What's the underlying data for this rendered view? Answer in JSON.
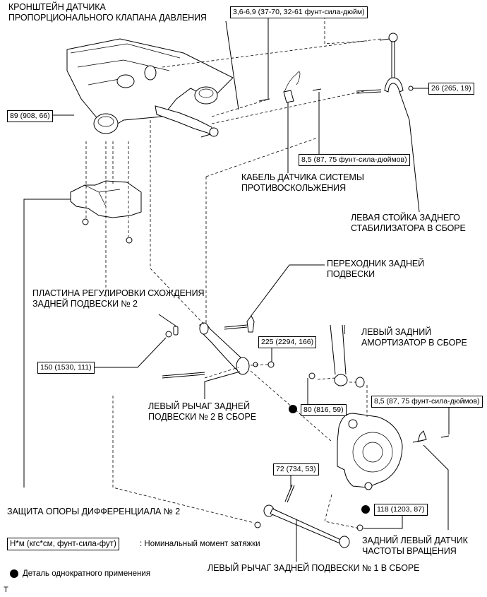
{
  "labels": {
    "bracket": [
      "КРОНШТЕЙН ДАТЧИКА",
      "ПРОПОРЦИОНАЛЬНОГО КЛАПАНА ДАВЛЕНИЯ"
    ],
    "abs_cable": [
      "КАБЕЛЬ ДАТЧИКА СИСТЕМЫ",
      "ПРОТИВОСКОЛЬЖЕНИЯ"
    ],
    "stabilizer_link": [
      "ЛЕВАЯ СТОЙКА ЗАДНЕГО",
      "СТАБИЛИЗАТОРА В СБОРЕ"
    ],
    "adapter": [
      "ПЕРЕХОДНИК ЗАДНЕЙ",
      "ПОДВЕСКИ"
    ],
    "toe_plate": [
      "ПЛАСТИНА РЕГУЛИРОВКИ СХОЖДЕНИЯ",
      "ЗАДНЕЙ ПОДВЕСКИ № 2"
    ],
    "shock": [
      "ЛЕВЫЙ ЗАДНИЙ",
      "АМОРТИЗАТОР В СБОРЕ"
    ],
    "arm2": [
      "ЛЕВЫЙ РЫЧАГ ЗАДНЕЙ",
      "ПОДВЕСКИ № 2 В СБОРЕ"
    ],
    "diff_guard": "ЗАЩИТА ОПОРЫ ДИФФЕРЕНЦИАЛА № 2",
    "speed_sensor": [
      "ЗАДНИЙ ЛЕВЫЙ ДАТЧИК",
      "ЧАСТОТЫ ВРАЩЕНИЯ"
    ],
    "arm1": "ЛЕВЫЙ РЫЧАГ ЗАДНЕЙ ПОДВЕСКИ № 1 В СБОРЕ"
  },
  "torques": {
    "bracket_bolt": "3,6-6,9 (37-70, 32-61 фунт-сила-дюйм)",
    "diff_nut": "89 (908, 66)",
    "stab_nut": "26 (265, 19)",
    "cable_bolt": "8,5 (87, 75 фунт-сила-дюймов)",
    "arm2_nut": "225 (2294, 166)",
    "arm2_bolt": "150 (1530, 111)",
    "shock_nut": "80 (816, 59)",
    "sensor_bolt": "8,5 (87, 75 фунт-сила-дюймов)",
    "arm1_bolt": "72 (734, 53)",
    "arm1_nut": "118 (1203, 87)"
  },
  "single_use_marked": [
    "80 (816, 59)",
    "118 (1203, 87)"
  ],
  "legend": {
    "torque_unit": "Н*м (кгс*см, фунт-сила-фут)",
    "torque_desc": ": Номинальный момент затяжки",
    "single_use": "Деталь однократного применения"
  },
  "footer_mark": "T"
}
